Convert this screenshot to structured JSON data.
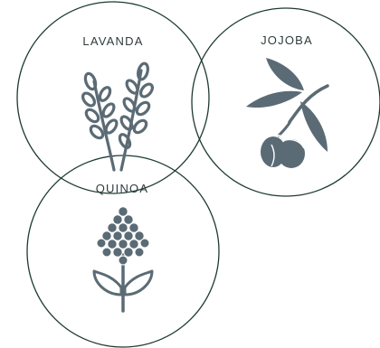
{
  "ingredients": [
    {
      "label": "LAVANDA",
      "icon": "lavender-icon"
    },
    {
      "label": "JOJOBA",
      "icon": "jojoba-icon"
    },
    {
      "label": "QUINOA",
      "icon": "quinoa-icon"
    }
  ],
  "colors": {
    "circle_stroke": "#1e3a33",
    "icon_fill": "#5b6b75",
    "label_text": "#2f3b3c",
    "background": "#ffffff"
  }
}
